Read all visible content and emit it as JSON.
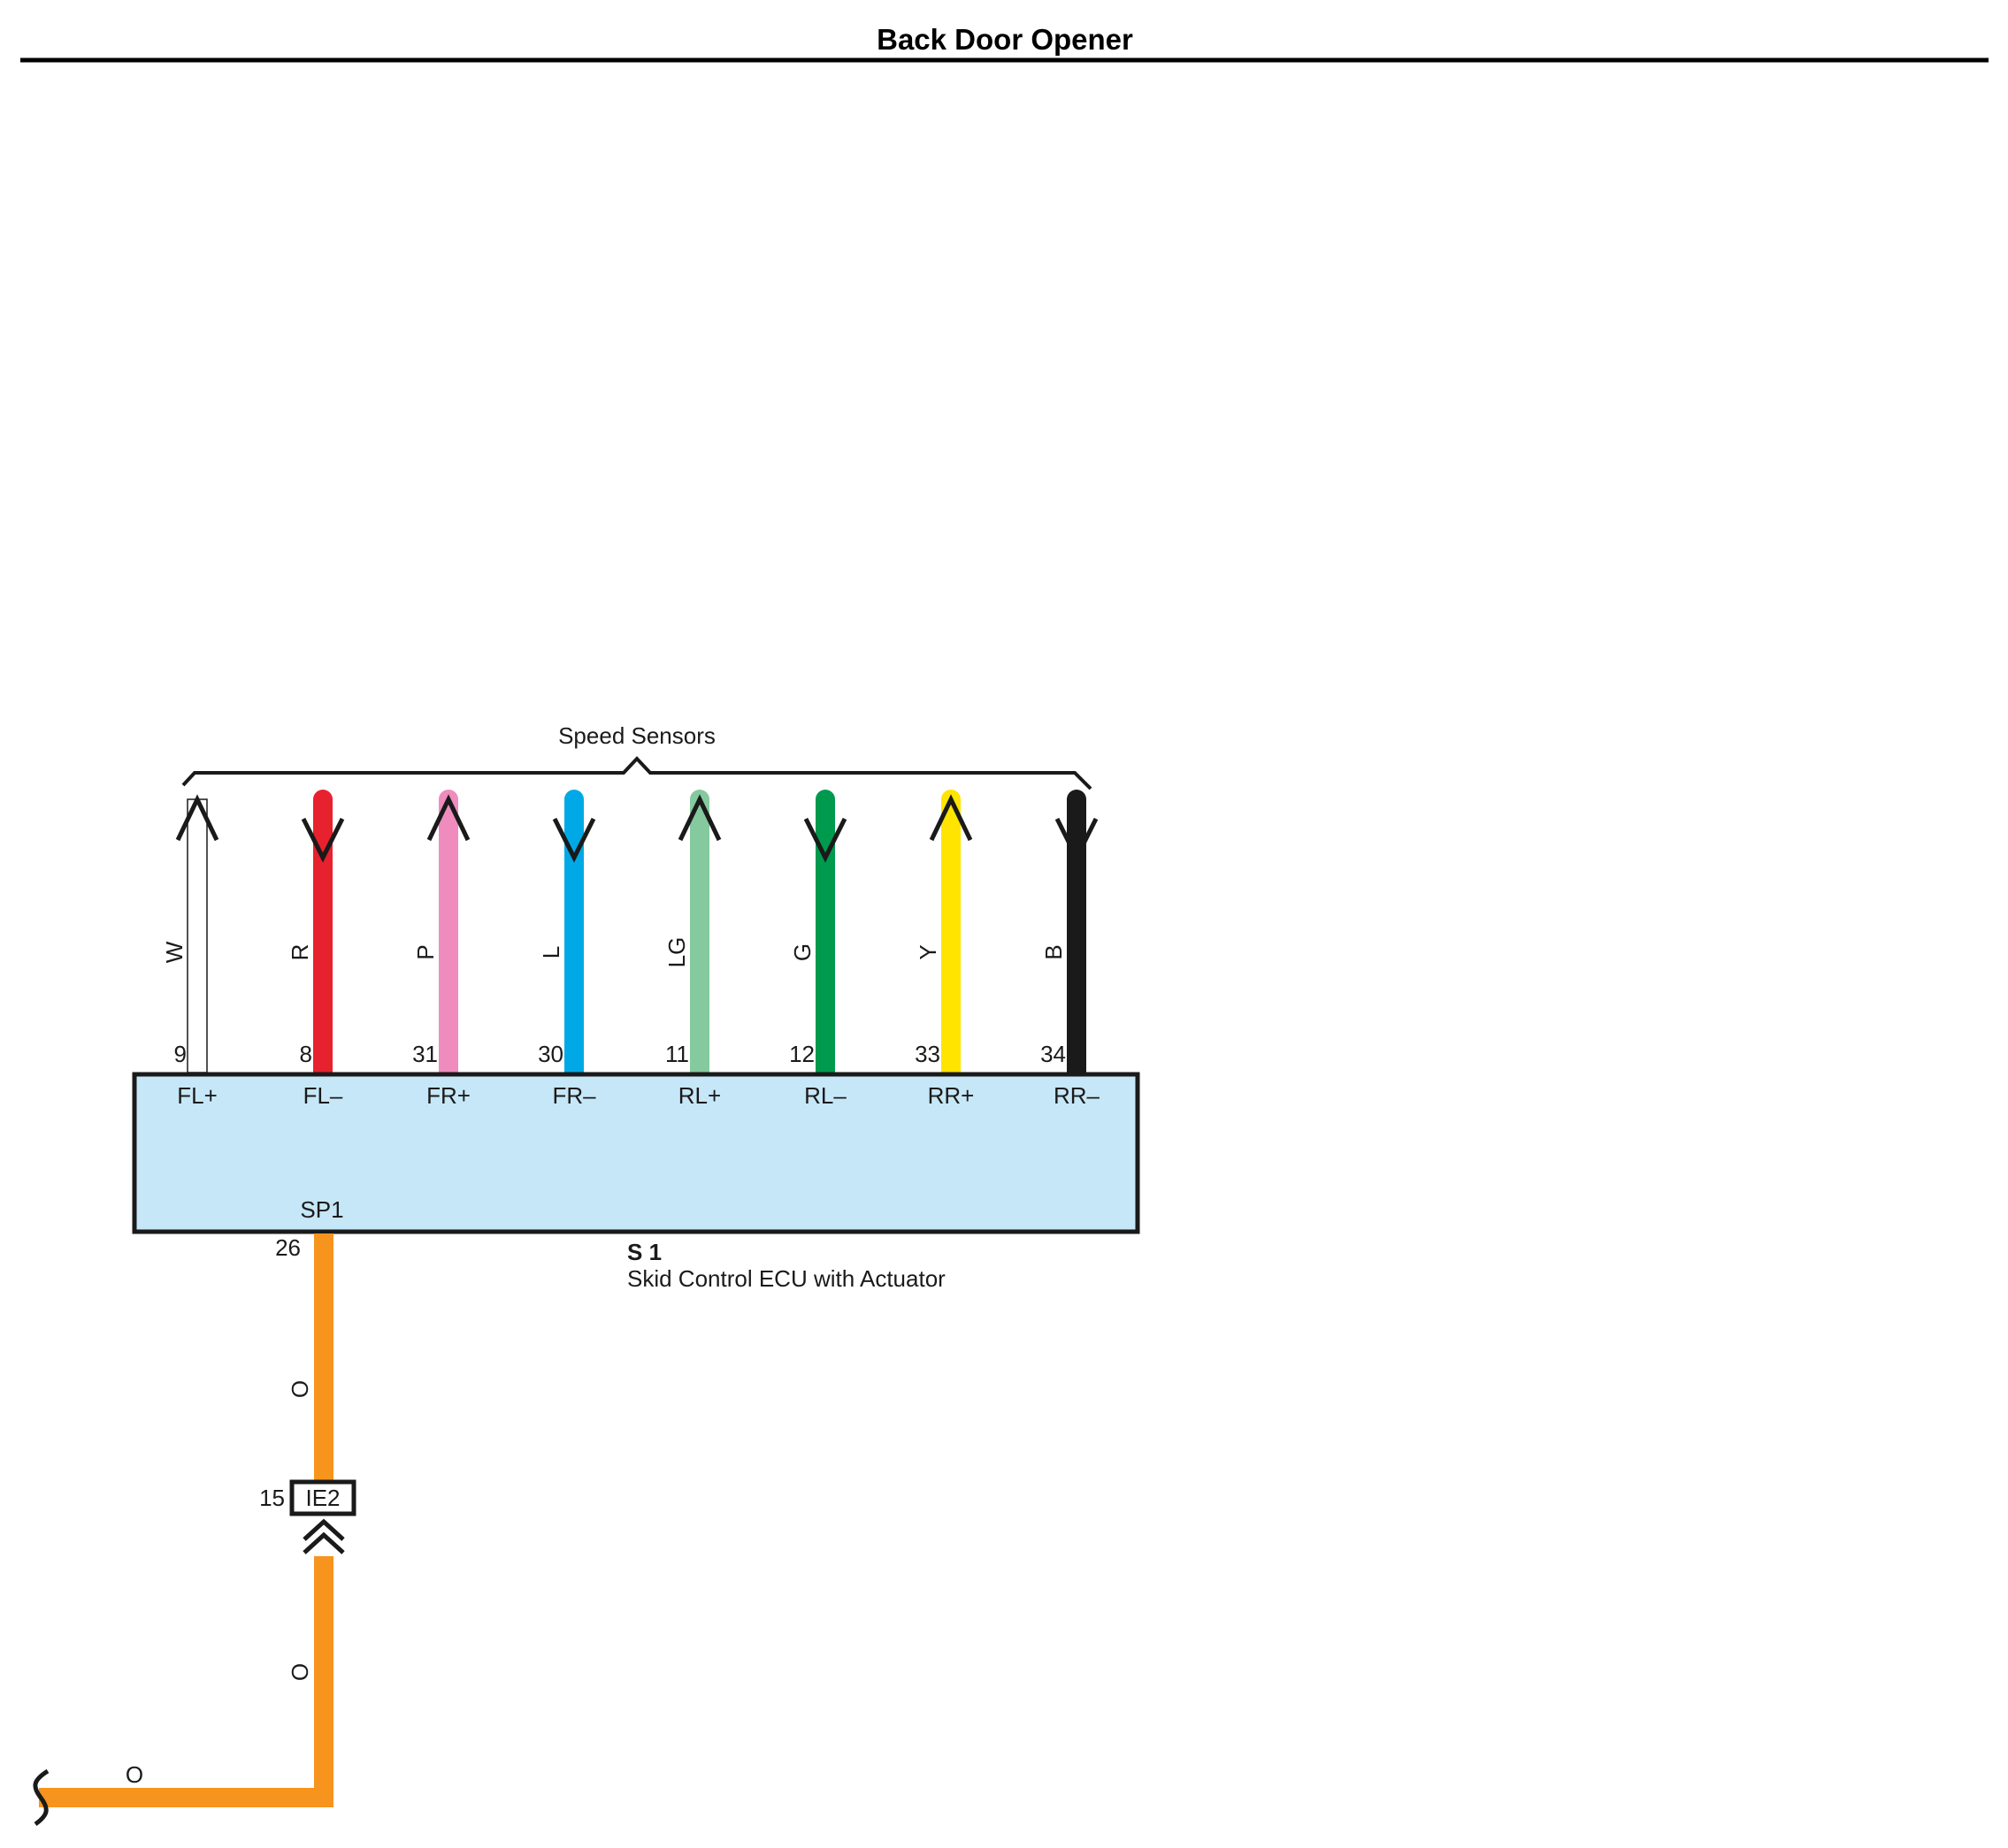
{
  "page": {
    "title": "Back Door Opener"
  },
  "ecu": {
    "code": "S 1",
    "name": "Skid Control ECU with Actuator",
    "fill_color": "#c6e7f7",
    "output_terminal": {
      "name": "SP1",
      "pin": "26"
    }
  },
  "speed_sensors": {
    "label": "Speed Sensors",
    "wires": [
      {
        "pin": "9",
        "terminal": "FL+",
        "color_code": "W",
        "color": "#ffffff",
        "direction": "up"
      },
      {
        "pin": "8",
        "terminal": "FL–",
        "color_code": "R",
        "color": "#e8212e",
        "direction": "down"
      },
      {
        "pin": "31",
        "terminal": "FR+",
        "color_code": "P",
        "color": "#f08bbd",
        "direction": "up"
      },
      {
        "pin": "30",
        "terminal": "FR–",
        "color_code": "L",
        "color": "#00a9e6",
        "direction": "down"
      },
      {
        "pin": "11",
        "terminal": "RL+",
        "color_code": "LG",
        "color": "#85c99e",
        "direction": "up"
      },
      {
        "pin": "12",
        "terminal": "RL–",
        "color_code": "G",
        "color": "#009a4e",
        "direction": "down"
      },
      {
        "pin": "33",
        "terminal": "RR+",
        "color_code": "Y",
        "color": "#ffe400",
        "direction": "up"
      },
      {
        "pin": "34",
        "terminal": "RR–",
        "color_code": "B",
        "color": "#1a1a1a",
        "direction": "down"
      }
    ]
  },
  "output_wire": {
    "color": "#f7941d",
    "color_code_upper": "O",
    "color_code_lower": "O",
    "color_code_horizontal": "O"
  },
  "connector": {
    "code": "IE2",
    "pin": "15"
  }
}
